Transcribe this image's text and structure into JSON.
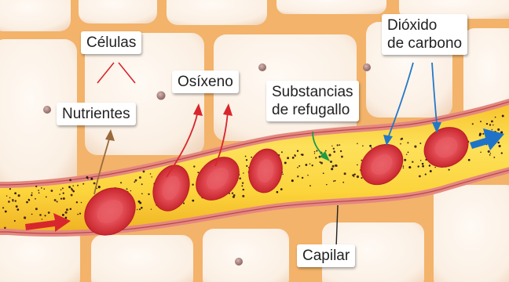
{
  "labels": {
    "cells": "Células",
    "nutrients": "Nutrientes",
    "oxygen": "Osíxeno",
    "waste_line1": "Substancias",
    "waste_line2": "de refugallo",
    "co2_line1": "Dióxido",
    "co2_line2": "de carbono",
    "capillary": "Capilar"
  },
  "colors": {
    "tissue_background": "#f3b36a",
    "cell_fill": "#fbf0e6",
    "vessel_wall": "#e48880",
    "blood_plasma": "#fbd33c",
    "red_blood_cell": "#d9333a",
    "nutrients_arrow": "#9a6a3c",
    "oxygen_arrow": "#d8262d",
    "waste_arrow": "#1f9a45",
    "co2_arrow": "#2478c8",
    "flow_in_arrow": "#d8262d",
    "flow_out_arrow": "#1e73c8"
  }
}
